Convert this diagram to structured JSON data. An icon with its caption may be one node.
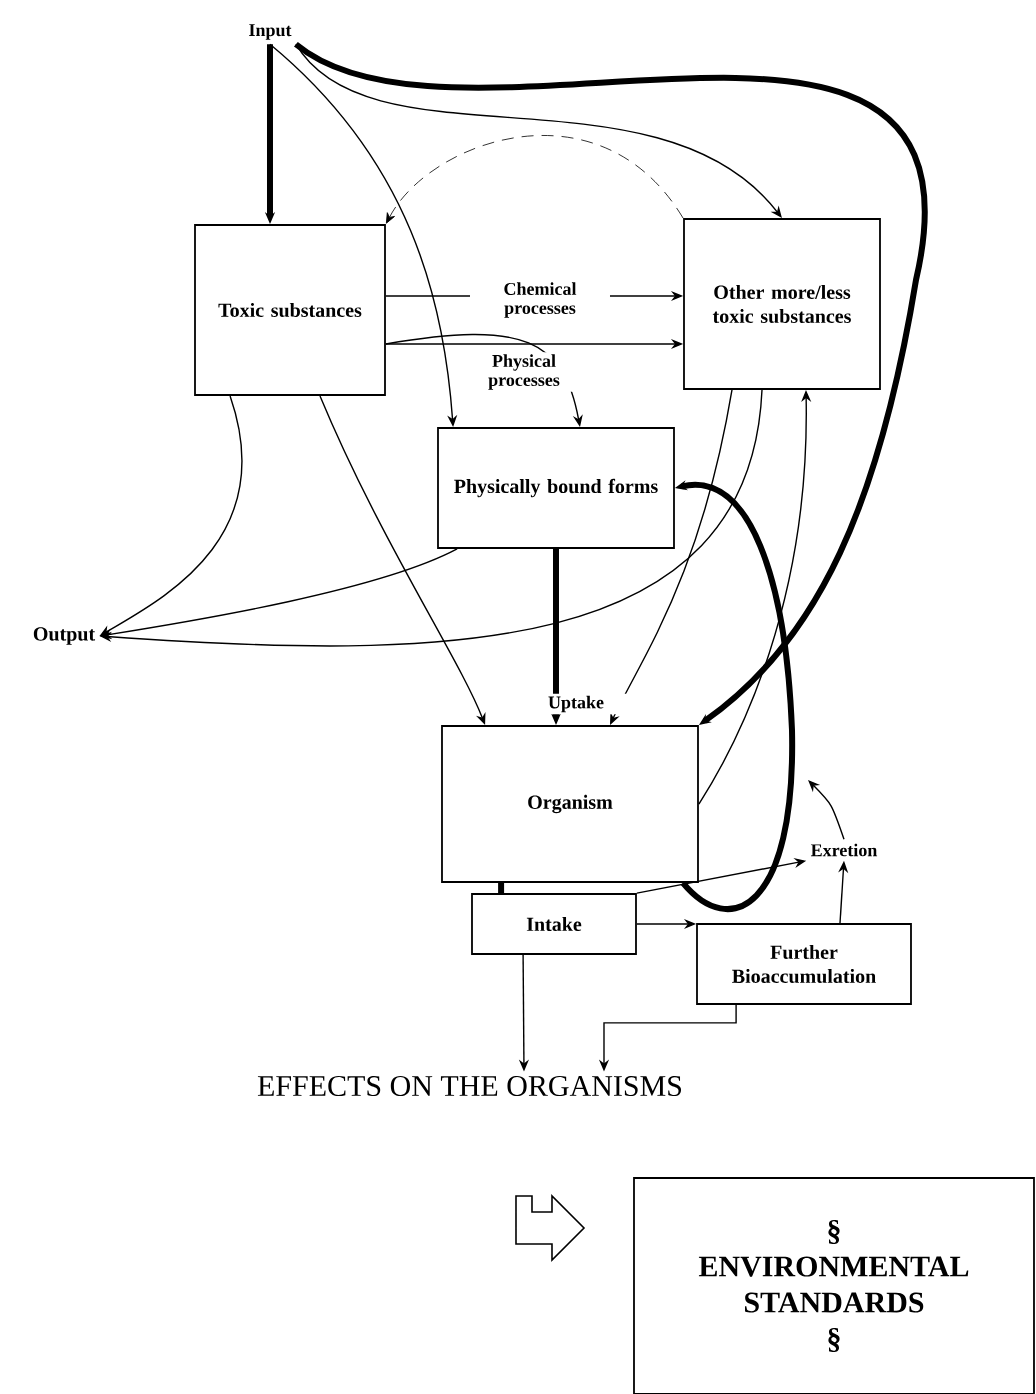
{
  "diagram": {
    "nodes": [
      {
        "text": [
          "Input"
        ]
      },
      {
        "text": [
          "Toxic substances"
        ]
      },
      {
        "text": [
          "Other more/less toxic substances"
        ]
      },
      {
        "text": [
          "Physically bound forms"
        ]
      },
      {
        "text": [
          "Output"
        ]
      },
      {
        "text": [
          "Organism"
        ]
      },
      {
        "text": [
          "Exretion"
        ]
      },
      {
        "text": [
          "Intake"
        ]
      },
      {
        "text": [
          "Further Bioaccumulation"
        ]
      },
      {
        "text": [
          "EFFECTS ON THE ORGANISMS"
        ]
      },
      {
        "text": [
          "§",
          "ENVIRONMENTAL STANDARDS",
          "§"
        ]
      }
    ],
    "edges": [
      {
        "from": 0,
        "to": 1,
        "arrow": "to",
        "style": "thick"
      },
      {
        "from": 0,
        "to": 2,
        "arrow": "to"
      },
      {
        "from": 0,
        "to": 5,
        "arrow": "to",
        "style": "thick"
      },
      {
        "from": 2,
        "to": 1,
        "arrow": "to",
        "style": "dashed"
      },
      {
        "from": 0,
        "to": 3,
        "arrow": "to"
      },
      {
        "from": 1,
        "to": 2,
        "arrow": "to",
        "label": "Chemical processes"
      },
      {
        "from": 1,
        "to": 2,
        "arrow": "to"
      },
      {
        "from": 1,
        "to": 3,
        "arrow": "to",
        "label": "Physical processes"
      },
      {
        "from": 1,
        "to": 4,
        "arrow": "to"
      },
      {
        "from": 1,
        "to": 5,
        "arrow": "to"
      },
      {
        "from": 3,
        "to": 5,
        "arrow": "to",
        "style": "thick",
        "label": "Uptake"
      },
      {
        "from": 3,
        "to": 4,
        "arrow": "to"
      },
      {
        "from": 2,
        "to": 4,
        "arrow": "to"
      },
      {
        "from": 2,
        "to": 5,
        "arrow": "to"
      },
      {
        "from": 5,
        "to": 7,
        "arrow": "none",
        "style": "thick"
      },
      {
        "from": 5,
        "to": 3,
        "arrow": "to",
        "style": "thick"
      },
      {
        "from": 5,
        "to": 2,
        "arrow": "to"
      },
      {
        "from": 7,
        "to": 8,
        "arrow": "to"
      },
      {
        "from": 7,
        "to": 6,
        "arrow": "to"
      },
      {
        "from": 8,
        "to": 6,
        "arrow": "to"
      },
      {
        "from": 6,
        "to": null,
        "arrow": "to"
      },
      {
        "from": 7,
        "to": 9,
        "arrow": "to"
      },
      {
        "from": 8,
        "to": 9,
        "arrow": "to"
      }
    ]
  }
}
